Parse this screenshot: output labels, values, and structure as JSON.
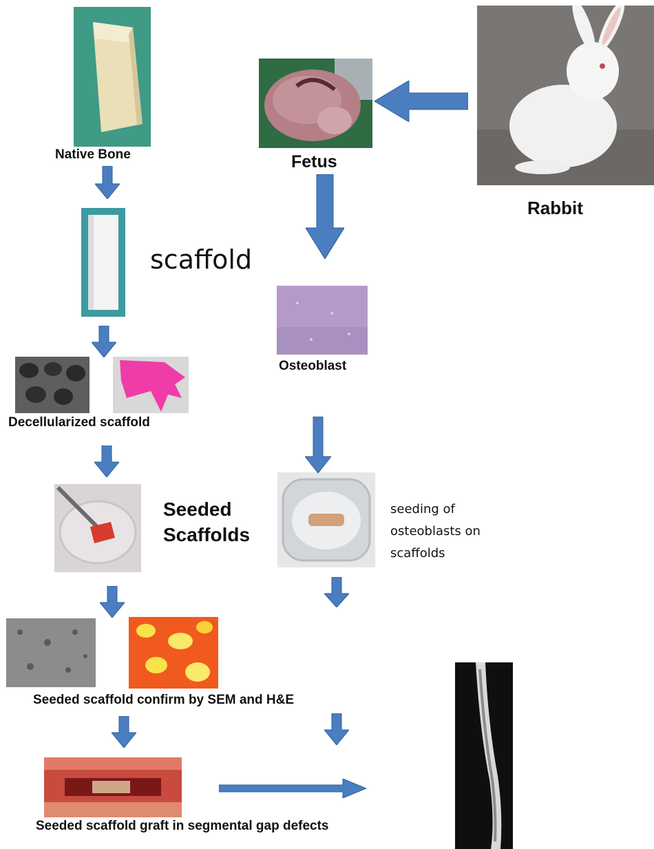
{
  "labels": {
    "native_bone": "Native Bone",
    "fetus": "Fetus",
    "rabbit": "Rabbit",
    "scaffold": "scaffold",
    "osteoblast": "Osteoblast",
    "decellularized": "Decellularized scaffold",
    "seeded_line1": "Seeded",
    "seeded_line2": "Scaffolds",
    "seeding_line1": "seeding of",
    "seeding_line2": "osteoblasts on",
    "seeding_line3": "scaffolds",
    "confirm": "Seeded scaffold confirm by SEM and H&E",
    "graft": "Seeded scaffold graft in segmental gap defects"
  },
  "colors": {
    "arrow": "#4a7ec0",
    "arrow_edge": "#2f5f9a"
  },
  "images": [
    "native-bone-photo",
    "fetus-photo",
    "rabbit-photo",
    "scaffold-photo",
    "osteoblast-micrograph",
    "sem-scaffold-micrograph",
    "pink-stain-micrograph",
    "seeded-dish-photo",
    "seeding-well-photo",
    "sem-seeded-micrograph",
    "he-stain-micrograph",
    "graft-surgery-photo",
    "xray-image"
  ]
}
